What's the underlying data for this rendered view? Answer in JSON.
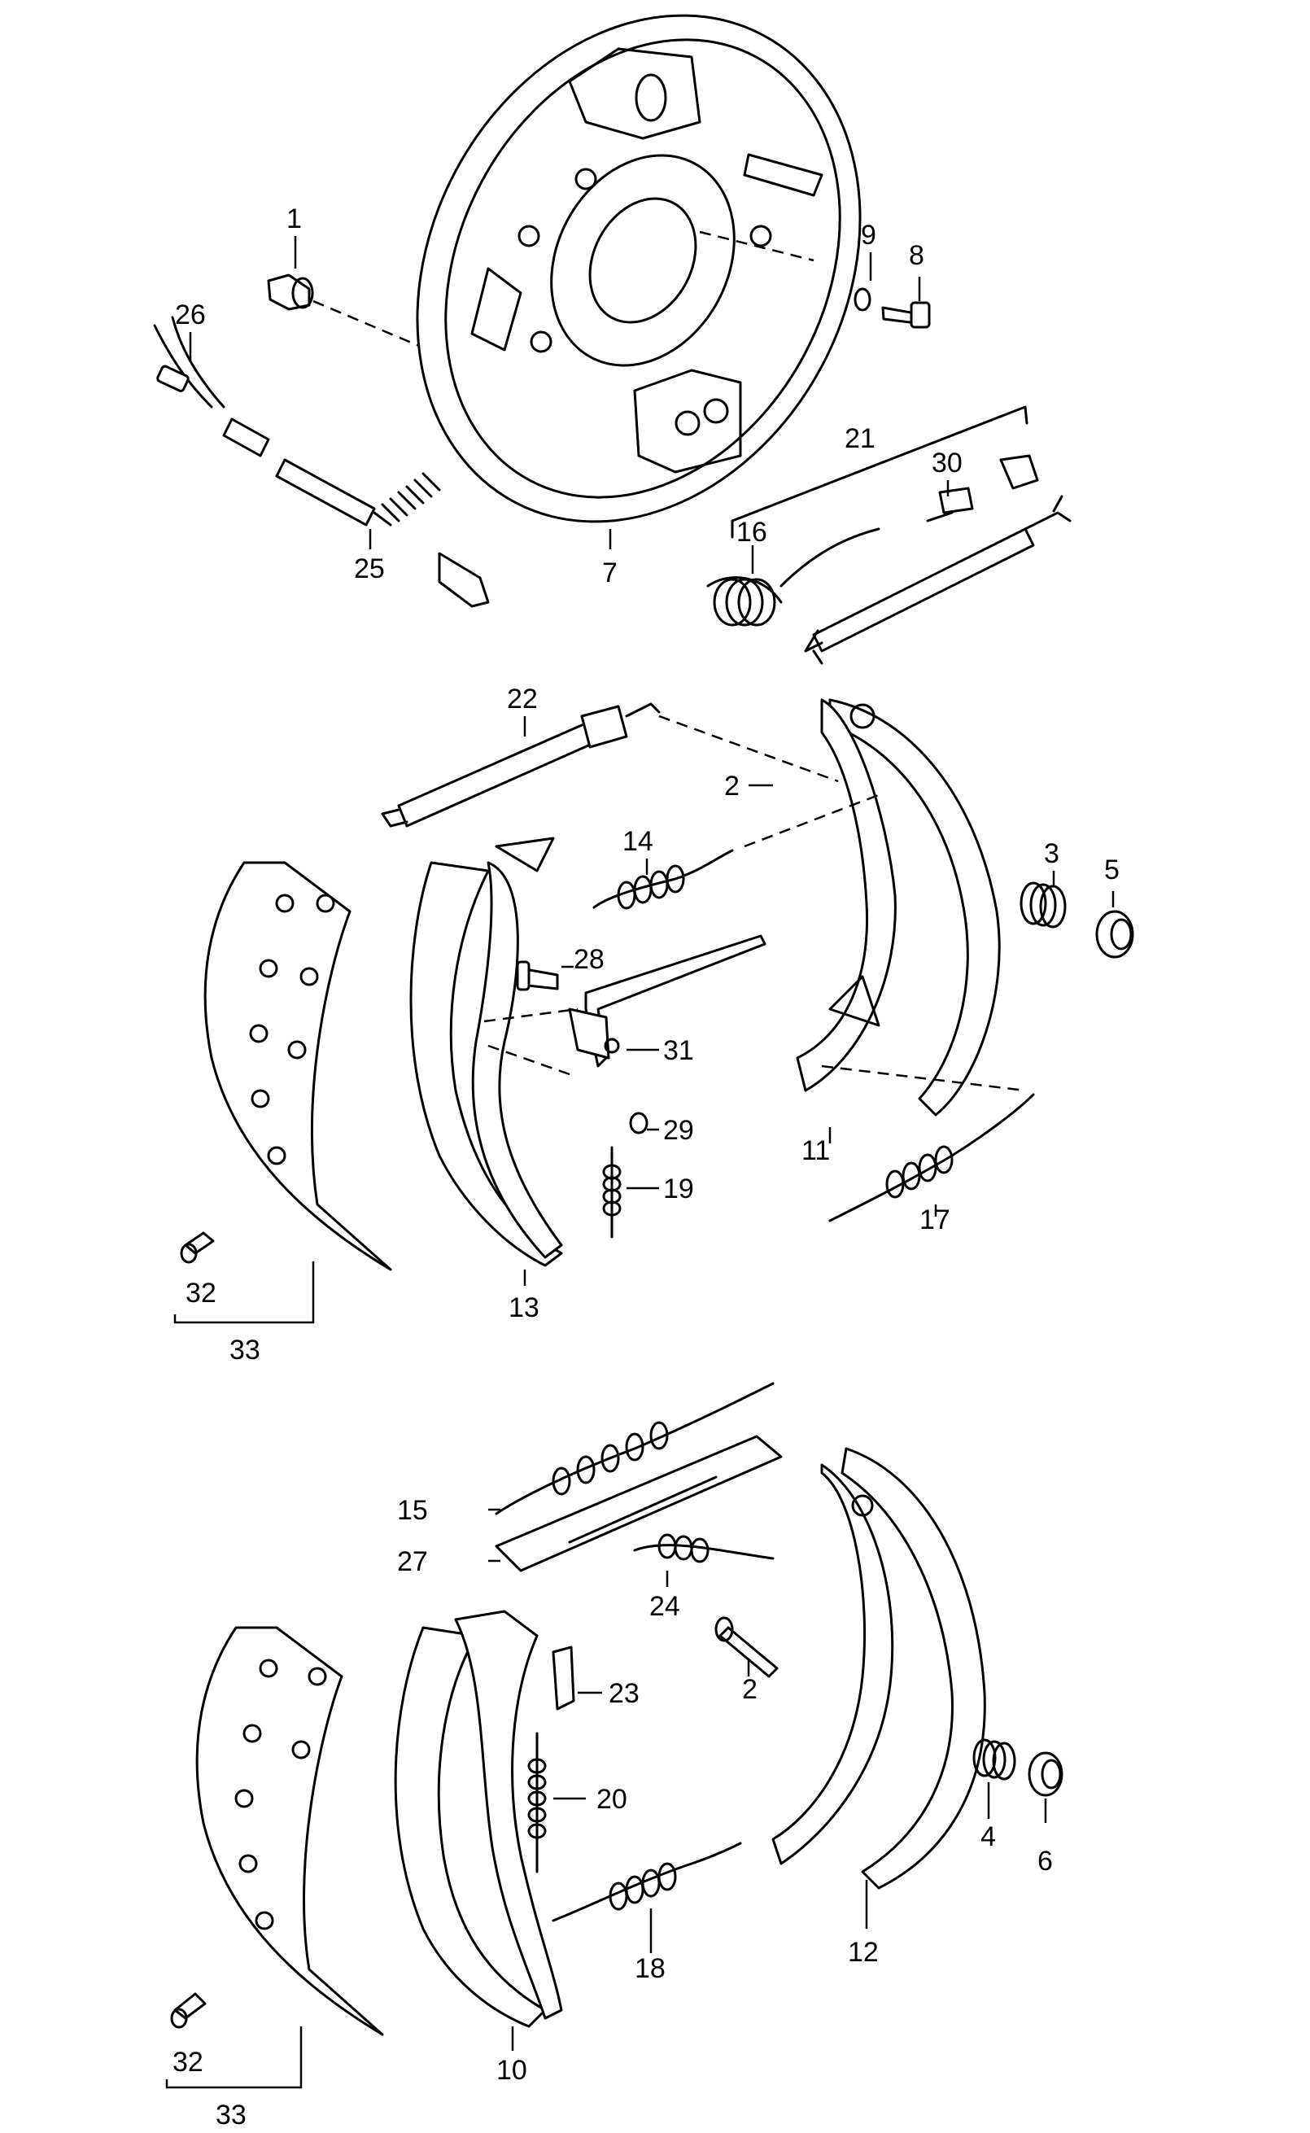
{
  "callouts": {
    "p1": "1",
    "p2a": "2",
    "p2b": "2",
    "p3": "3",
    "p4": "4",
    "p5": "5",
    "p6": "6",
    "p7": "7",
    "p8": "8",
    "p9": "9",
    "p10": "10",
    "p11": "11",
    "p12": "12",
    "p13": "13",
    "p14": "14",
    "p15": "15",
    "p16": "16",
    "p17": "17",
    "p18": "18",
    "p19": "19",
    "p20": "20",
    "p21": "21",
    "p22": "22",
    "p23": "23",
    "p24": "24",
    "p25": "25",
    "p26": "26",
    "p27": "27",
    "p28": "28",
    "p29": "29",
    "p30": "30",
    "p31": "31",
    "p32a": "32",
    "p32b": "32",
    "p33a": "33",
    "p33b": "33"
  }
}
